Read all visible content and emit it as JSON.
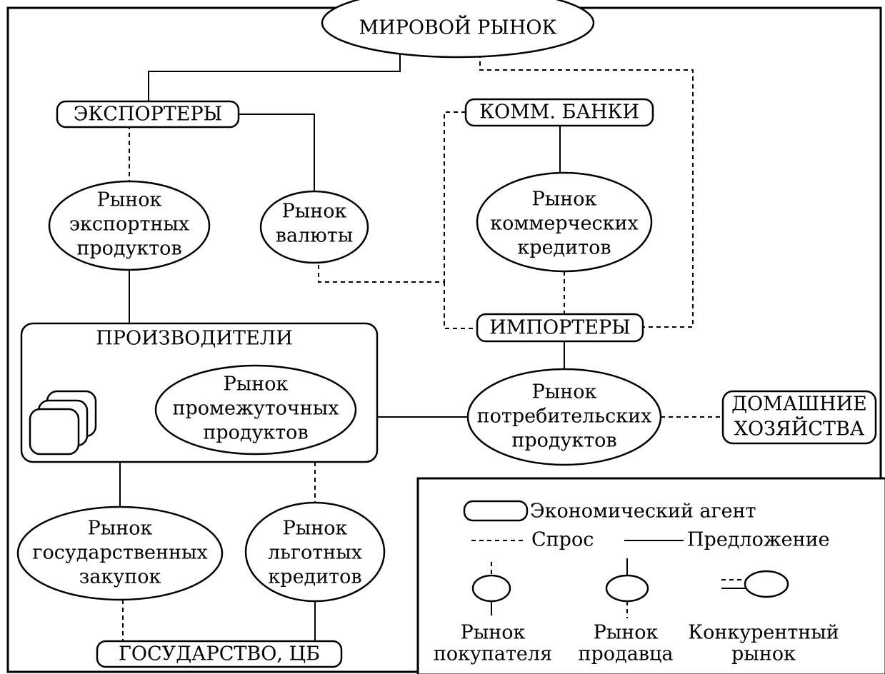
{
  "agents": {
    "world_market": "МИРОВОЙ РЫНОК",
    "exporters": "ЭКСПОРТЕРЫ",
    "comm_banks": "КОММ. БАНКИ",
    "importers": "ИМПОРТЕРЫ",
    "producers": "ПРОИЗВОДИТЕЛИ",
    "households": [
      "ДОМАШНИЕ",
      "ХОЗЯЙСТВА"
    ],
    "government": "ГОСУДАРСТВО, ЦБ"
  },
  "markets": {
    "export_products": [
      "Рынок",
      "экспортных",
      "продуктов"
    ],
    "currency": [
      "Рынок",
      "валюты"
    ],
    "commercial_credits": [
      "Рынок",
      "коммерческих",
      "кредитов"
    ],
    "intermediate_products": [
      "Рынок",
      "промежуточных",
      "продуктов"
    ],
    "consumer_products": [
      "Рынок",
      "потребительских",
      "продуктов"
    ],
    "government_purchases": [
      "Рынок",
      "государственных",
      "закупок"
    ],
    "preferential_credits": [
      "Рынок",
      "льготных",
      "кредитов"
    ]
  },
  "legend": {
    "agent": "Экономический агент",
    "demand": "Спрос",
    "supply": "Предложение",
    "buyer_market": [
      "Рынок",
      "покупателя"
    ],
    "seller_market": [
      "Рынок",
      "продавца"
    ],
    "competitive_market": [
      "Конкурентный",
      "рынок"
    ]
  }
}
